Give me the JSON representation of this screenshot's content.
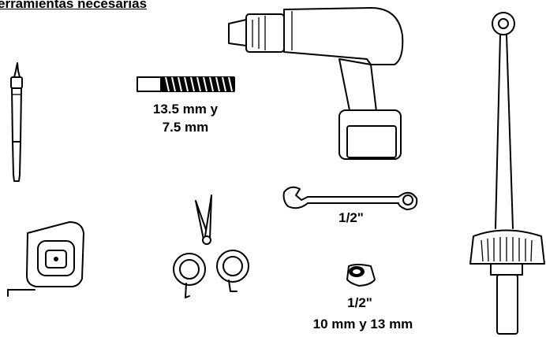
{
  "title": "erramientas necesarias",
  "labels": {
    "bit_size": "13.5 mm y",
    "bit_size_2": "7.5 mm",
    "wrench_size": "1/2\"",
    "socket_size": "1/2\"",
    "socket_sizes": "10 mm y 13 mm"
  },
  "icons": [
    "pencil-icon",
    "drill-bit-icon",
    "cordless-drill-icon",
    "torque-wrench-icon",
    "combination-wrench-icon",
    "tape-measure-icon",
    "scissors-icon",
    "socket-icon"
  ]
}
